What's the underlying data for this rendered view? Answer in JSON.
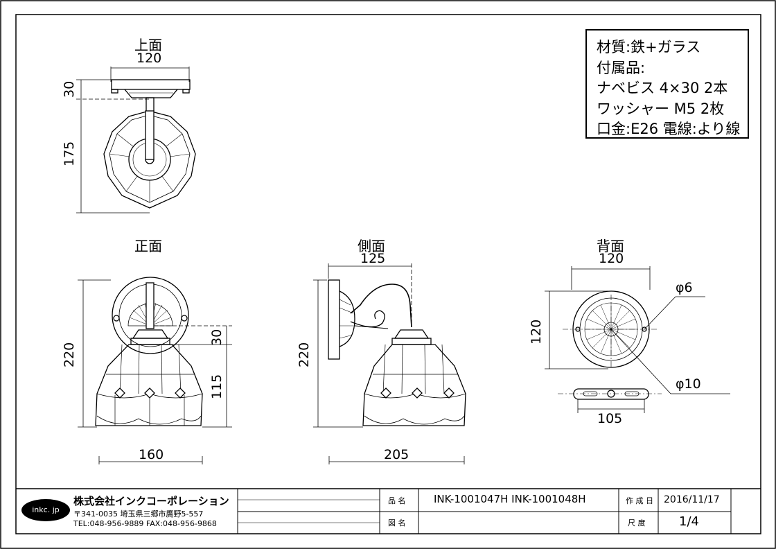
{
  "views": {
    "top": "上面",
    "front": "正面",
    "side": "側面",
    "back": "背面"
  },
  "dimensions": {
    "top_width": "120",
    "top_mount": "30",
    "top_shade": "175",
    "front_height": "220",
    "front_mount": "30",
    "front_shade": "115",
    "front_width": "160",
    "side_depth": "125",
    "side_height": "220",
    "side_width": "205",
    "back_width": "120",
    "back_height": "120",
    "back_hole_small": "φ6",
    "back_hole_large": "φ10",
    "back_bar": "105"
  },
  "specs": [
    "材質:鉄+ガラス",
    "付属品:",
    "ナベビス 4×30  2本",
    "ワッシャー  M5   2枚",
    "口金:E26 電線:より線"
  ],
  "title_block": {
    "logo": "inkc. jp",
    "company": "株式会社インクコーポレーション",
    "address": "〒341-0035 埼玉県三郷市鷹野5-557",
    "phone": "TEL:048-956-9889  FAX:048-956-9868",
    "product_label": "品 名",
    "product": "INK-1001047H  INK-1001048H",
    "drawing_label": "図 名",
    "date_label": "作 成 日",
    "date": "2016/11/17",
    "scale_label": "尺 度",
    "scale": "1/4"
  }
}
